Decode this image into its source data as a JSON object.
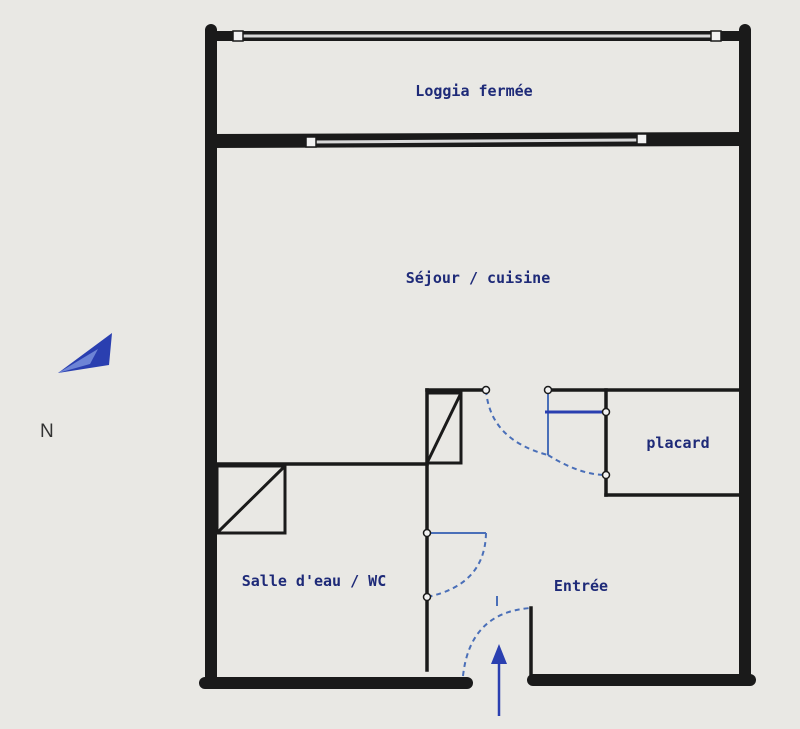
{
  "plan": {
    "rooms": {
      "loggia": "Loggia fermée",
      "sejour": "Séjour / cuisine",
      "placard": "placard",
      "salle_eau": "Salle d'eau / WC",
      "entree": "Entrée"
    },
    "compass_label": "N",
    "colors": {
      "wall": "#1a1a1a",
      "door_swing": "#4a6fb8",
      "label": "#1e2a78",
      "arrow": "#2a3fb0",
      "background": "#e9e8e4"
    }
  }
}
